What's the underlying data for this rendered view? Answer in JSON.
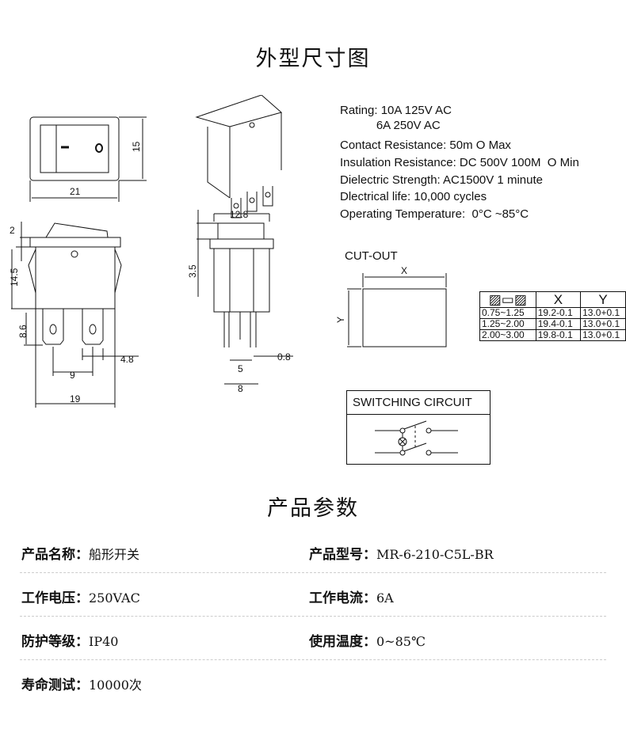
{
  "title": "外型尺寸图",
  "specs": [
    "Rating: 10A 125V AC",
    "           6A 250V AC",
    "Contact Resistance: 50m O Max",
    "Insulation Resistance: DC 500V 100M  O Min",
    "Dielectric Strength: AC1500V 1 minute",
    "Dlectrical life: 10,000 cycles",
    "Operating Temperature:  0°C ~85°C"
  ],
  "dims": {
    "w21": "21",
    "h15": "15",
    "d12_8": "12.8",
    "d2": "2",
    "d14_5": "14.5",
    "d3_5": "3.5",
    "d8_6": "8.6",
    "d4_8": "4.8",
    "d9": "9",
    "d19": "19",
    "d0_8": "0.8",
    "d5": "5",
    "d8": "8",
    "o": "O"
  },
  "cutout": {
    "label": "CUT-OUT",
    "x": "X",
    "y": "Y"
  },
  "cut_table": {
    "headers": [
      "X",
      "Y"
    ],
    "rows": [
      [
        "0.75~1.25",
        "19.2-0.1",
        "13.0+0.1"
      ],
      [
        "1.25~2.00",
        "19.4-0.1",
        "13.0+0.1"
      ],
      [
        "2.00~3.00",
        "19.8-0.1",
        "13.0+0.1"
      ]
    ]
  },
  "circuit": {
    "label": "SWITCHING CIRCUIT"
  },
  "params_title": "产品参数",
  "params": [
    {
      "label": "产品名称：",
      "value": "船形开关"
    },
    {
      "label": "产品型号：",
      "value": "MR-6-210-C5L-BR"
    },
    {
      "label": "工作电压：",
      "value": "250VAC"
    },
    {
      "label": "工作电流：",
      "value": "6A"
    },
    {
      "label": "防护等级：",
      "value": "IP40"
    },
    {
      "label": "使用温度：",
      "value": "0~85℃"
    },
    {
      "label": "寿命测试：",
      "value": "10000次"
    }
  ]
}
